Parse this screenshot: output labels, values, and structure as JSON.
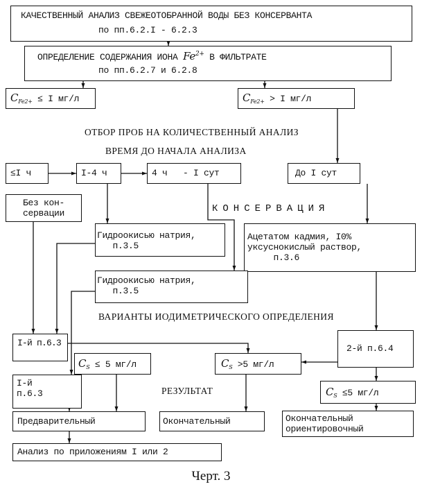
{
  "diagram": {
    "qual_analysis": {
      "line1": "КАЧЕСТВЕННЫЙ АНАЛИЗ СВЕЖЕОТОБРАННОЙ ВОДЫ БЕЗ КОНСЕРВАНТА",
      "line2": "по пп.6.2.I - 6.2.3"
    },
    "fe_determination": {
      "line1_prefix": "ОПРЕДЕЛЕНИЕ СОДЕРЖАНИЯ ИОНА",
      "ion": "Fe",
      "ion_charge": "2+",
      "line1_suffix": "В ФИЛЬТРАТЕ",
      "line2": "по пп.6.2.7 и 6.2.8"
    },
    "fe_low": {
      "symbol": "C",
      "subscript": "Fe2+",
      "condition": "≤ I мг/л"
    },
    "fe_high": {
      "symbol": "C",
      "subscript": "Fe2+",
      "condition": "> I мг/л"
    },
    "sampling_heading": "ОТБОР ПРОБ НА КОЛИЧЕСТВЕННЫЙ АНАЛИЗ",
    "time_heading": "ВРЕМЯ ДО НАЧАЛА АНАЛИЗА",
    "time_boxes": {
      "t1": "≤I ч",
      "t2": "I-4 ч",
      "t3": "4 ч   - I сут",
      "t4": "До I сут"
    },
    "no_preservation": {
      "line1": "Без кон-",
      "line2": "сервации"
    },
    "preservation_label": "КОНСЕРВАЦИЯ",
    "naoh_1": {
      "line1": "Гидроокисью натрия,",
      "line2": "   п.3.5"
    },
    "naoh_2": {
      "line1": "Гидроокисью натрия,",
      "line2": "   п.3.5"
    },
    "cadmium": {
      "line1": "Ацетатом кадмия, I0%",
      "line2": "уксуснокислый раствор,",
      "line3": "     п.3.6"
    },
    "variants_heading": "ВАРИАНТЫ ИОДИМЕТРИЧЕСКОГО ОПРЕДЕЛЕНИЯ",
    "variant_1a": "I-й п.6.3",
    "variant_2": "2-й п.6.4",
    "cs_low_left": {
      "symbol": "C",
      "subscript": "S",
      "condition": "≤ 5 мг/л"
    },
    "cs_high": {
      "symbol": "C",
      "subscript": "S",
      "condition": ">5 мг/л"
    },
    "variant_1b": {
      "line1": "I-й",
      "line2": "п.6.3"
    },
    "result_heading": "РЕЗУЛЬТАТ",
    "cs_low_right": {
      "symbol": "C",
      "subscript": "S",
      "condition": "≤5 мг/л"
    },
    "preliminary": "Предварительный",
    "final": "Окончательный",
    "final_approx": {
      "line1": "Окончательный",
      "line2": "ориентировочный"
    },
    "appendix_analysis": "Анализ по приложениям I или 2",
    "caption": "Черт. 3"
  }
}
